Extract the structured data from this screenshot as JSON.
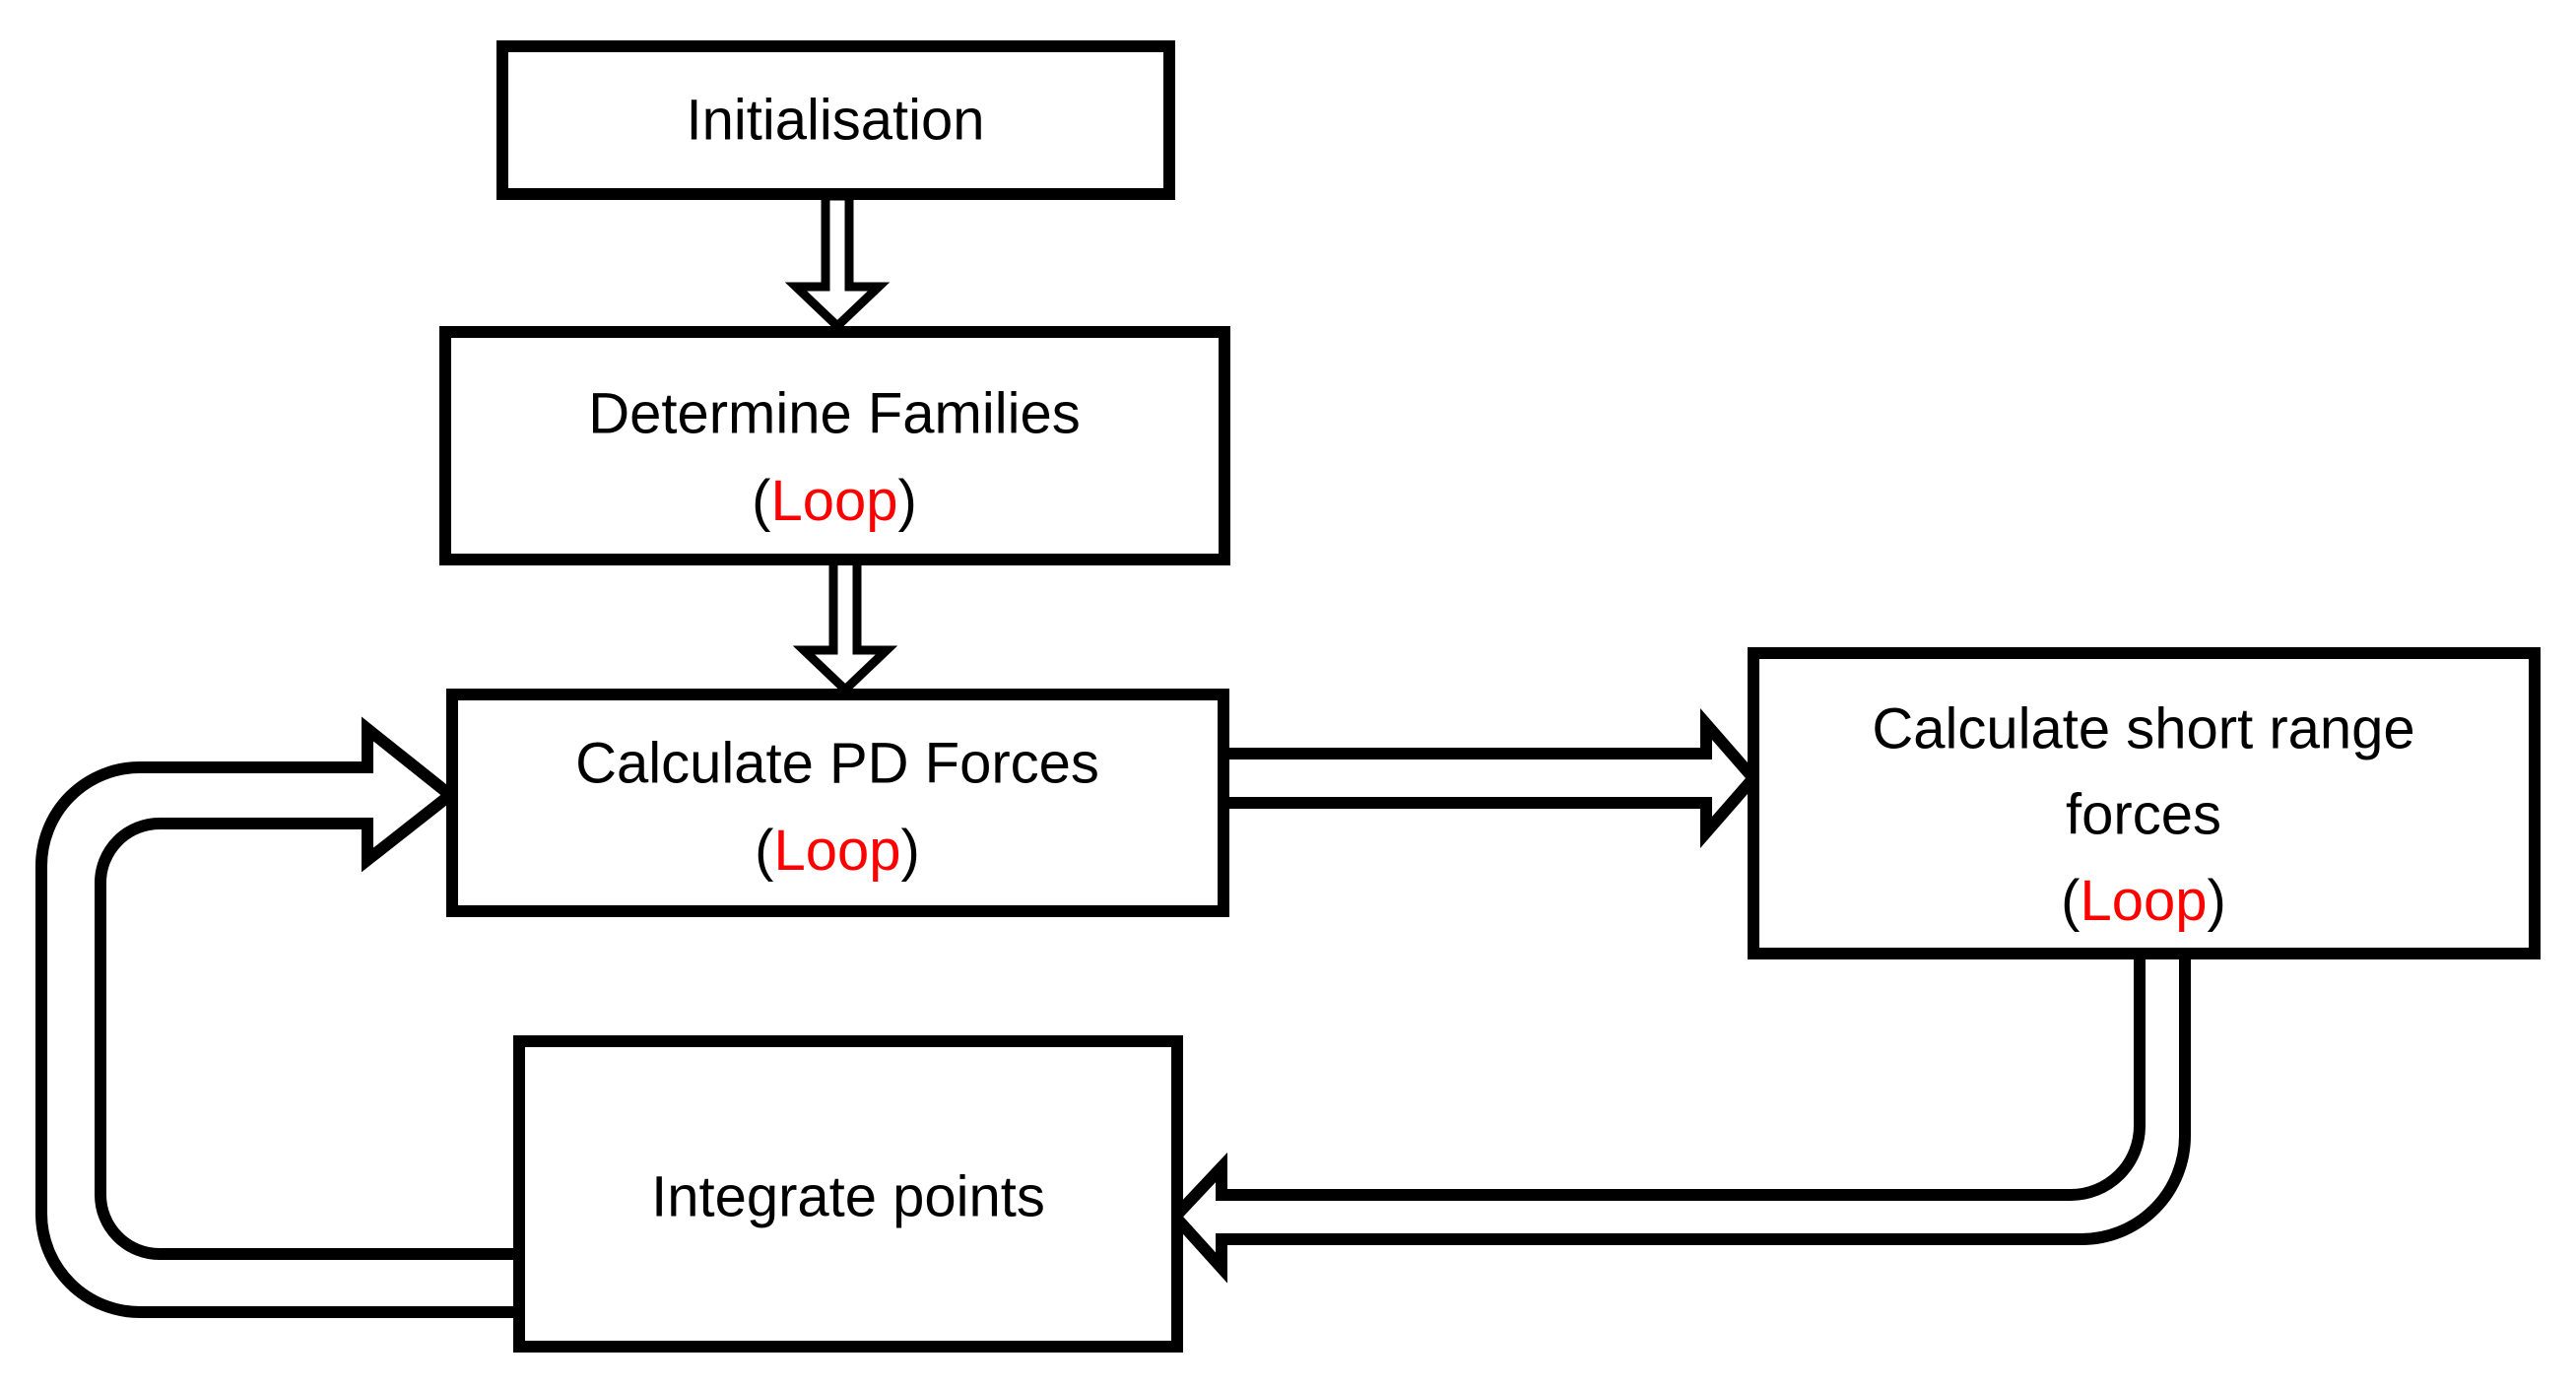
{
  "diagram": {
    "type": "flowchart",
    "colors": {
      "background": "#FFFFFF",
      "box_border": "#000000",
      "text": "#000000",
      "loop_highlight": "#FF0000"
    },
    "nodes": {
      "initialisation": {
        "label": "Initialisation"
      },
      "determine_families": {
        "line1": "Determine Families",
        "paren_open": "(",
        "loop_label": "Loop",
        "paren_close": ")"
      },
      "calculate_pd_forces": {
        "line1": "Calculate PD Forces",
        "paren_open": "(",
        "loop_label": "Loop",
        "paren_close": ")"
      },
      "calculate_short_range_forces": {
        "line1": "Calculate short range",
        "line2": "forces",
        "paren_open": "(",
        "loop_label": "Loop",
        "paren_close": ")"
      },
      "integrate_points": {
        "label": "Integrate points"
      }
    },
    "edges": [
      {
        "from": "initialisation",
        "to": "determine_families"
      },
      {
        "from": "determine_families",
        "to": "calculate_pd_forces"
      },
      {
        "from": "calculate_pd_forces",
        "to": "calculate_short_range_forces"
      },
      {
        "from": "calculate_short_range_forces",
        "to": "integrate_points"
      },
      {
        "from": "integrate_points",
        "to": "calculate_pd_forces"
      }
    ]
  }
}
